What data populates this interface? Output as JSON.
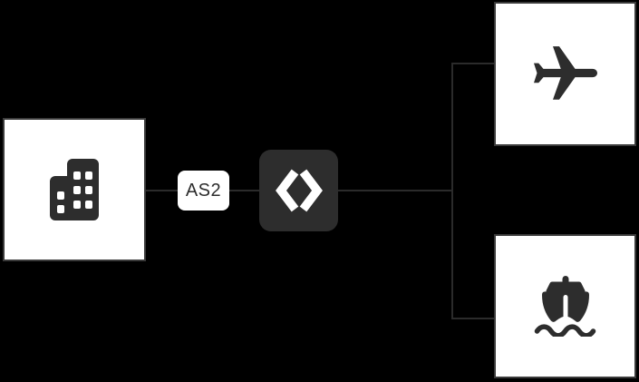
{
  "diagram": {
    "background_color": "#000000",
    "connector_color": "#2b2b2b",
    "node_fill_color": "#ffffff",
    "node_border_color": "#3a3a3a",
    "icon_color": "#2d2d2d",
    "edge_label": {
      "text": "AS2",
      "background_color": "#ffffff",
      "text_color": "#2d2d2d"
    },
    "hub": {
      "fill_color": "#2d2d2d",
      "icon": "bracket-diamond-icon",
      "icon_color": "#ffffff"
    },
    "nodes": [
      {
        "id": "partner",
        "icon": "building-icon"
      },
      {
        "id": "air-transport",
        "icon": "airplane-icon"
      },
      {
        "id": "ocean-transport",
        "icon": "ship-icon"
      }
    ]
  }
}
